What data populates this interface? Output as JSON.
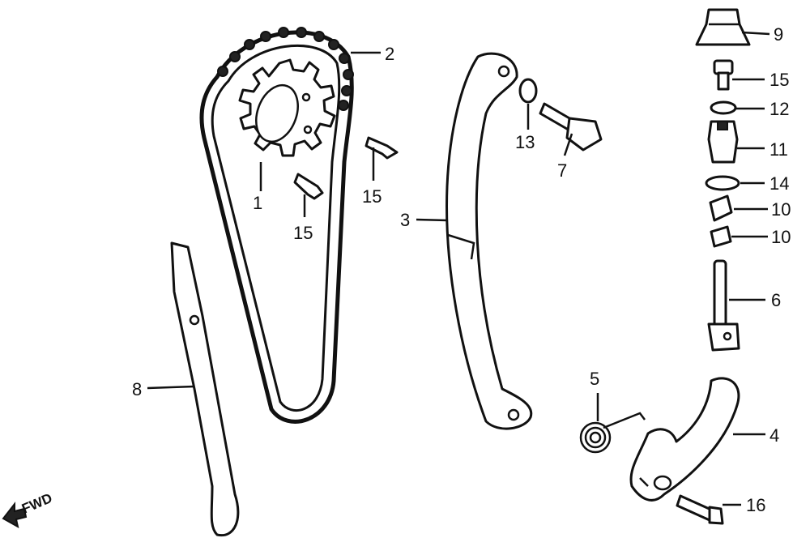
{
  "callouts": {
    "c1": "1",
    "c2": "2",
    "c3": "3",
    "c4": "4",
    "c5": "5",
    "c6": "6",
    "c7": "7",
    "c8": "8",
    "c9": "9",
    "c10a": "10",
    "c10b": "10",
    "c11": "11",
    "c12": "12",
    "c13": "13",
    "c14": "14",
    "c15a": "15",
    "c15b": "15",
    "c15c": "15",
    "c16": "16"
  },
  "direction_label": "FWD"
}
